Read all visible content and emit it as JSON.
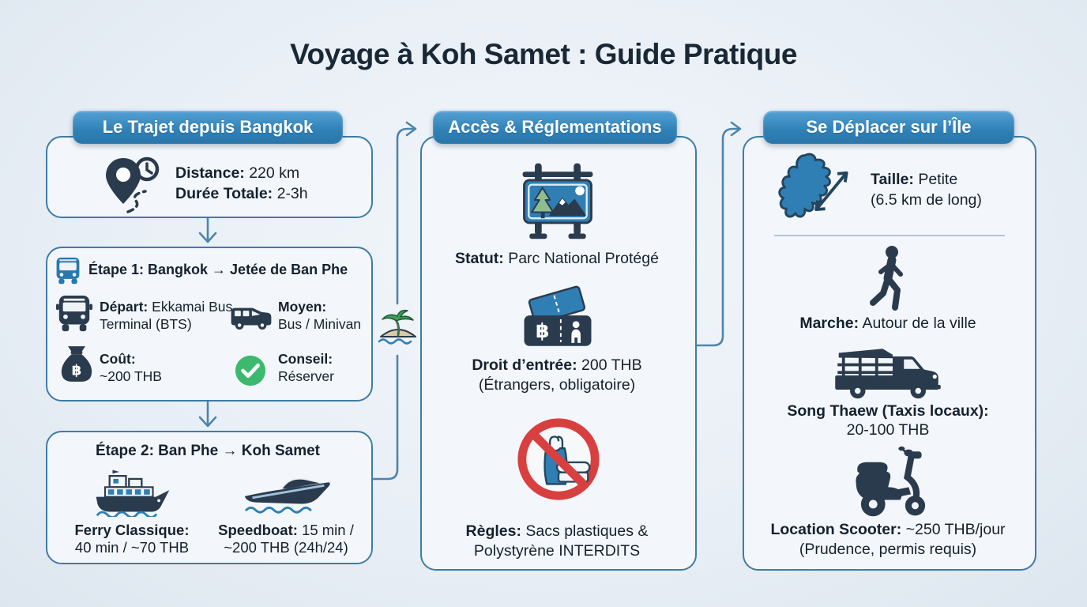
{
  "title": "Voyage à Koh Samet : Guide Pratique",
  "palette": {
    "accent_blue": "#2f80b6",
    "dark_icon": "#2b3b4e",
    "check_green": "#3cb96e",
    "ban_red": "#d84040",
    "connector_blue": "#4e85ab"
  },
  "icons": {
    "overview": "map-pin-clock-icon",
    "step1_header": "bus-icon",
    "depart": "bus-front-icon",
    "moyen": "minivan-icon",
    "cout": "money-bag-baht-icon",
    "conseil": "check-circle-icon",
    "ferry": "ferry-icon",
    "speedboat": "speedboat-icon",
    "between_columns": "palm-island-icon",
    "statut": "park-sign-icon",
    "entree": "entry-ticket-icon",
    "regles": "no-plastic-icon",
    "taille": "island-map-icon",
    "marche": "walking-person-icon",
    "songthaew": "pickup-truck-icon",
    "scooter": "scooter-icon"
  },
  "bangkok": {
    "header": "Le Trajet depuis Bangkok",
    "distance_label": "Distance:",
    "distance_value": "220 km",
    "duration_label": "Durée Totale:",
    "duration_value": "2-3h",
    "step1_title": "Étape 1: Bangkok → Jetée de Ban Phe",
    "depart_label": "Départ:",
    "depart_value": "Ekkamai Bus Terminal (BTS)",
    "moyen_label": "Moyen:",
    "moyen_value": "Bus / Minivan",
    "cout_label": "Coût:",
    "cout_value": "~200 THB",
    "conseil_label": "Conseil:",
    "conseil_value": "Réserver",
    "step2_title": "Étape 2: Ban Phe → Koh Samet",
    "ferry_label": "Ferry Classique:",
    "ferry_value": "40 min / ~70 THB",
    "speedboat_label": "Speedboat:",
    "speedboat_value_line1": "15 min /",
    "speedboat_value_line2": "~200 THB (24h/24)"
  },
  "acces": {
    "header": "Accès & Réglementations",
    "statut_label": "Statut:",
    "statut_value": "Parc National Protégé",
    "entree_label": "Droit d’entrée:",
    "entree_value": "200 THB",
    "entree_note": "(Étrangers, obligatoire)",
    "regles_label": "Règles:",
    "regles_value_line1": "Sacs plastiques &",
    "regles_value_line2": "Polystyrène INTERDITS"
  },
  "ile": {
    "header": "Se Déplacer sur l’Île",
    "taille_label": "Taille:",
    "taille_value": "Petite",
    "taille_note": "(6.5 km de long)",
    "marche_label": "Marche:",
    "marche_value": "Autour de la ville",
    "songthaew_label": "Song Thaew (Taxis locaux):",
    "songthaew_value": "20-100 THB",
    "scooter_label": "Location Scooter:",
    "scooter_value": "~250 THB/jour",
    "scooter_note": "(Prudence, permis requis)"
  }
}
